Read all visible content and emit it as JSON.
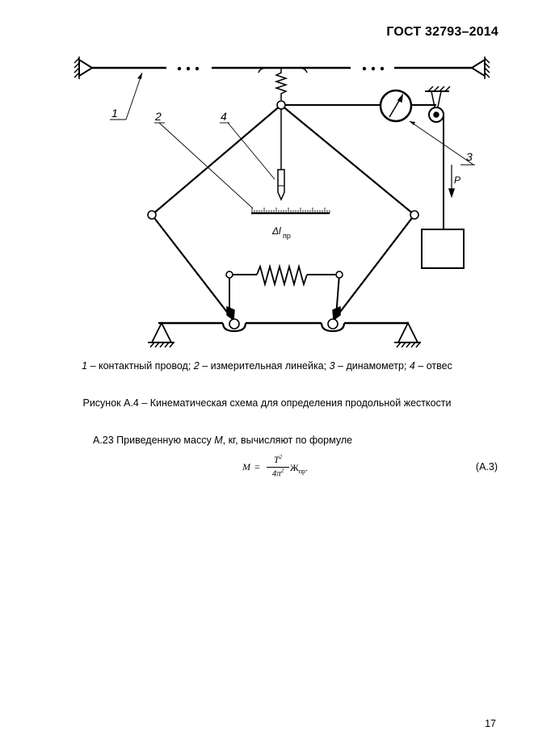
{
  "header": {
    "standard": "ГОСТ 32793–2014"
  },
  "figure": {
    "callouts": [
      "1",
      "2",
      "3",
      "4"
    ],
    "delta_label": "Δl",
    "delta_sub": "пр",
    "force_label": "P"
  },
  "legend": {
    "n1": "1",
    "t1": " – контактный провод; ",
    "n2": "2",
    "t2": " – измерительная линейка; ",
    "n3": "3",
    "t3": " – динамометр; ",
    "n4": "4",
    "t4": " – отвес"
  },
  "caption": "Рисунок А.4 – Кинематическая схема для определения продольной жесткости",
  "paragraph": {
    "before": "А.23 Приведенную массу ",
    "var": "М",
    "after": ", кг, вычисляют по формуле"
  },
  "formula": {
    "lhs": "M",
    "eq": "=",
    "num": "T",
    "num_exp": "2",
    "den": "4π",
    "den_exp": "2",
    "factor": "Ж",
    "factor_sub": "пр",
    "end": "."
  },
  "equation_number": "(А.3)",
  "page_number": "17"
}
